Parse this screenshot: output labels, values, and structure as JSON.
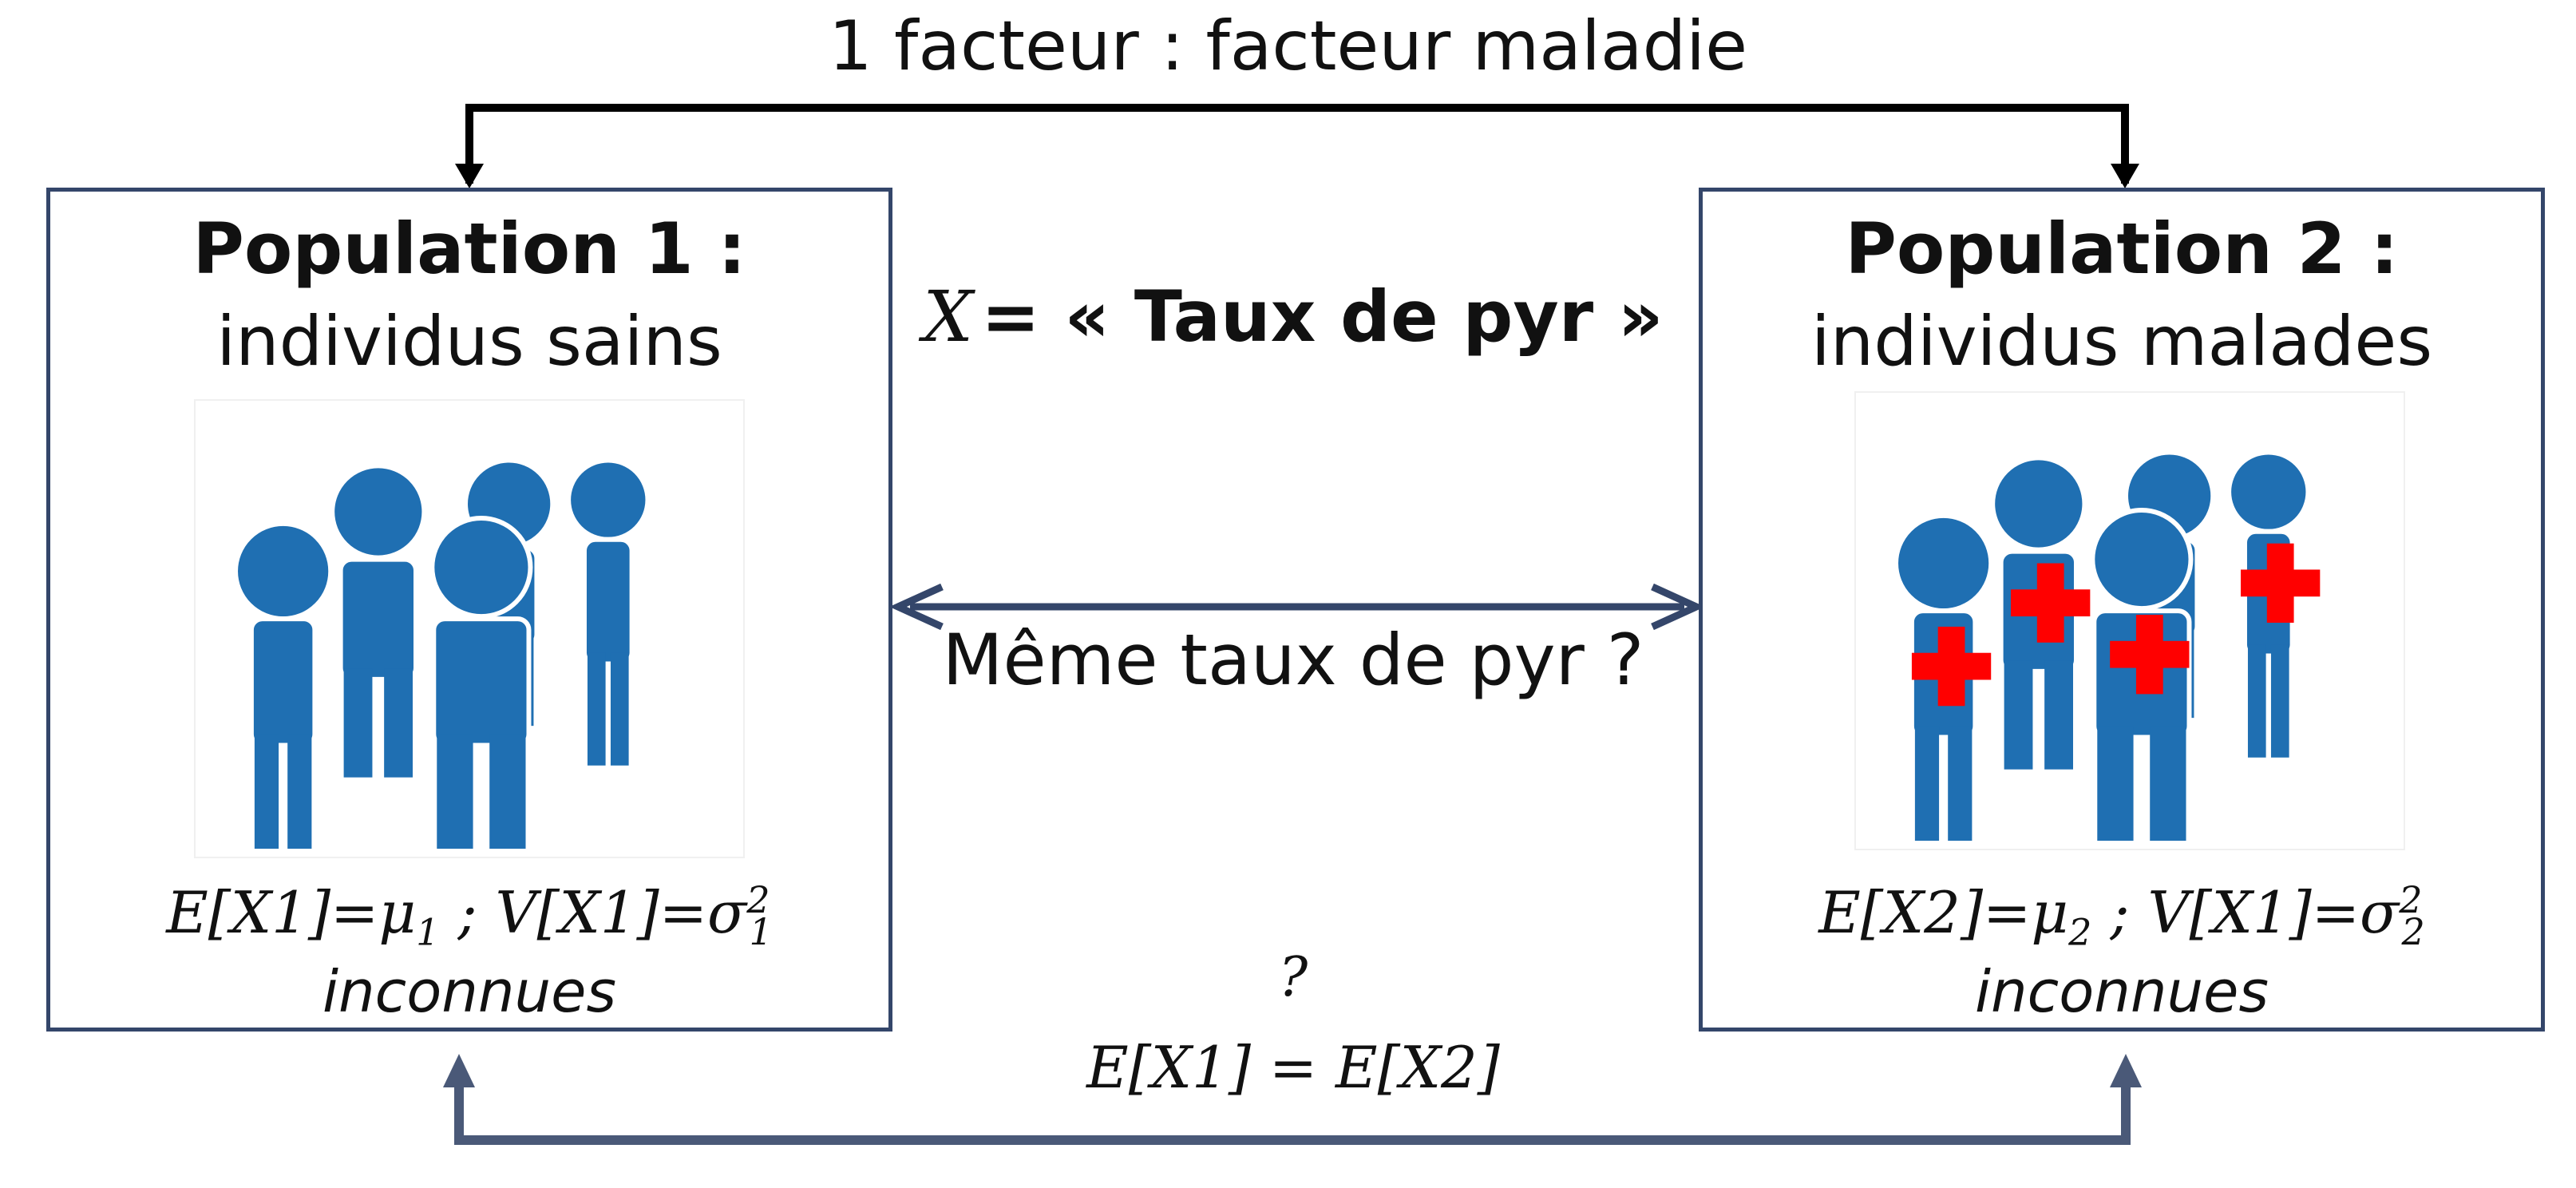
{
  "header": {
    "factor_label": "1 facteur : facteur maladie"
  },
  "populations": [
    {
      "title": "Population 1 :",
      "subtitle": "individus sains",
      "stats": {
        "mean_lhs": "E[X1]=μ",
        "mean_sub": "1",
        "var_lhs": " ; V[X1]=σ",
        "var_sub": "1",
        "var_sup": "2"
      },
      "unknown_label": "inconnues",
      "image_icon": "healthy-people-icon",
      "healthy": true
    },
    {
      "title": "Population 2 :",
      "subtitle": "individus malades",
      "stats": {
        "mean_lhs": "E[X2]=μ",
        "mean_sub": "2",
        "var_lhs": " ; V[X1]=σ",
        "var_sub": "2",
        "var_sup": "2"
      },
      "unknown_label": "inconnues",
      "image_icon": "sick-people-icon",
      "healthy": false
    }
  ],
  "variable": {
    "symbol": "X",
    "definition": "= « Taux de pyr »"
  },
  "comparison": {
    "question": "Même taux de pyr ?"
  },
  "hypothesis": {
    "question_mark": "?",
    "equation": "E[X1] = E[X2]"
  },
  "colors": {
    "box_border": "#34466a",
    "people_blue": "#1f6fb2",
    "cross_red": "#ff0000",
    "top_arrow": "#000000",
    "bottom_arrow": "#4a5978",
    "double_arrow": "#34466a"
  }
}
